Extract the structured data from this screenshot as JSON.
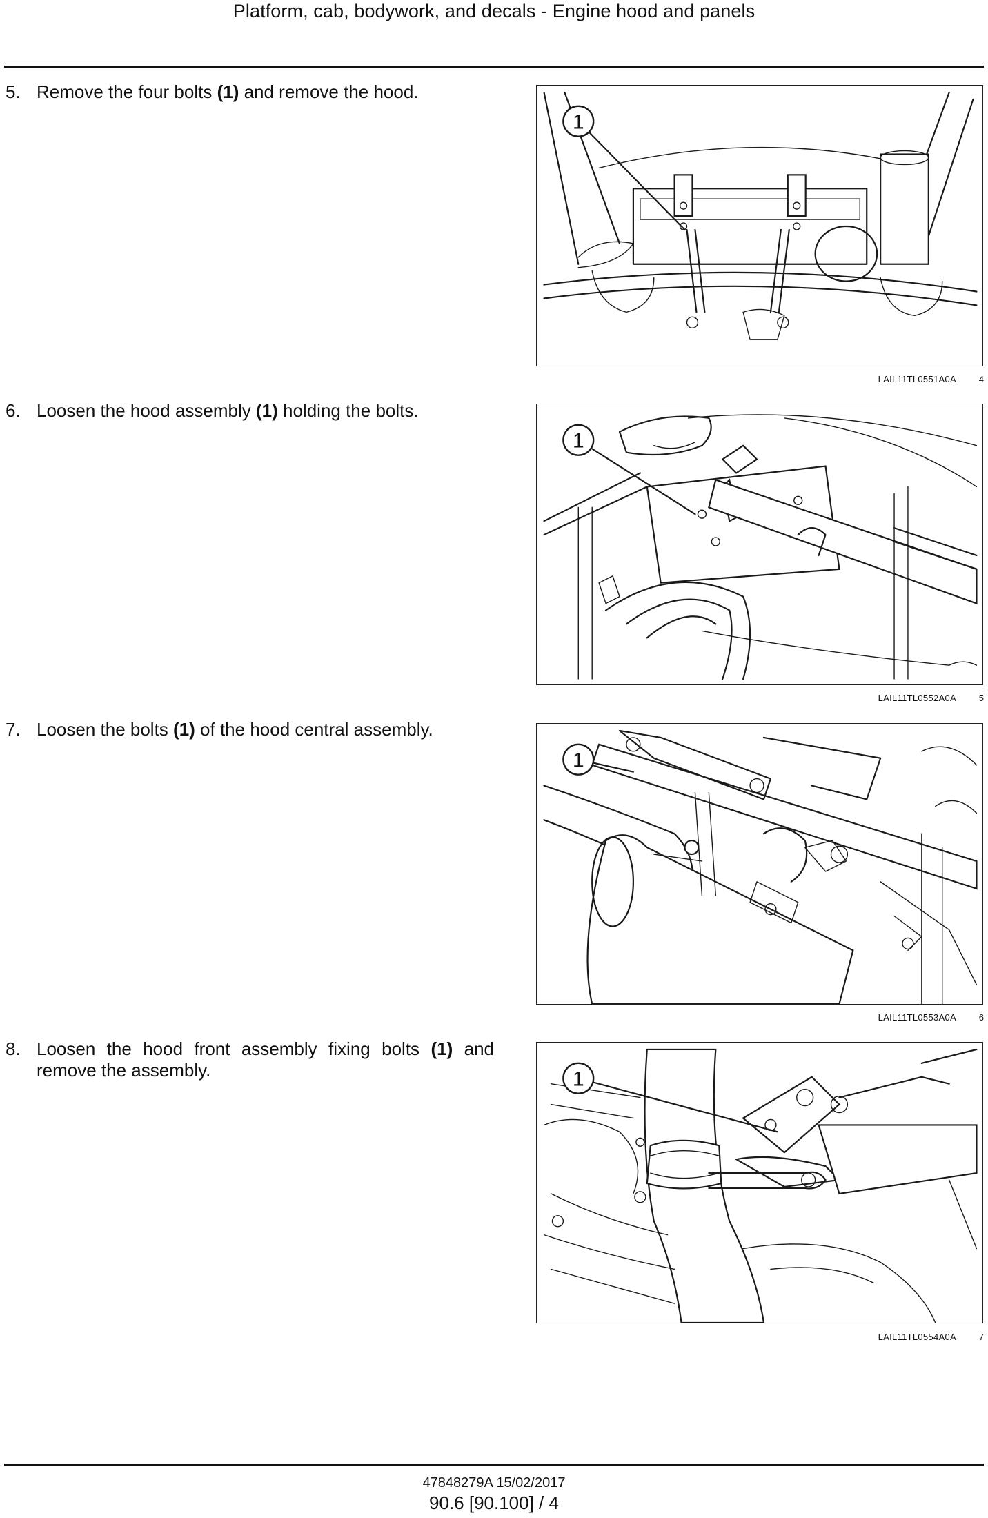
{
  "header": {
    "title": "Platform, cab, bodywork, and decals - Engine hood and panels"
  },
  "steps": [
    {
      "number": "5.",
      "before": "Remove the four bolts ",
      "ref": "(1)",
      "after": " and remove the hood.",
      "figure": {
        "callout": "1",
        "code": "LAIL11TL0551A0A",
        "number": "4"
      }
    },
    {
      "number": "6.",
      "before": "Loosen the hood assembly ",
      "ref": "(1)",
      "after": " holding the bolts.",
      "figure": {
        "callout": "1",
        "code": "LAIL11TL0552A0A",
        "number": "5"
      }
    },
    {
      "number": "7.",
      "before": "Loosen the bolts ",
      "ref": "(1)",
      "after": " of the hood central assembly.",
      "figure": {
        "callout": "1",
        "code": "LAIL11TL0553A0A",
        "number": "6"
      }
    },
    {
      "number": "8.",
      "before": "Loosen the hood front assembly fixing bolts ",
      "ref": "(1)",
      "after": " and remove the assembly.",
      "figure": {
        "callout": "1",
        "code": "LAIL11TL0554A0A",
        "number": "7"
      }
    }
  ],
  "footer": {
    "doc_ref": "47848279A 15/02/2017",
    "page_ref": "90.6 [90.100] / 4"
  }
}
